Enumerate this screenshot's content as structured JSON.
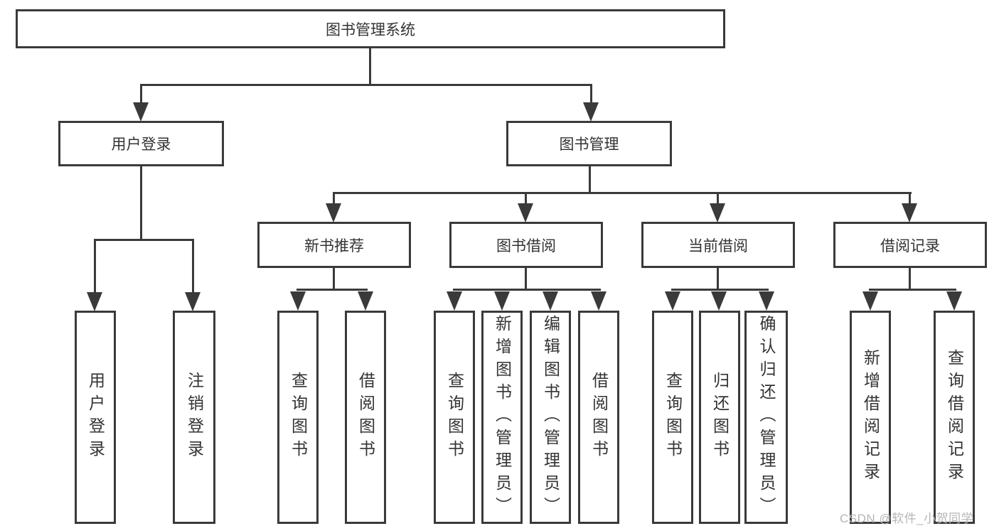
{
  "colors": {
    "line": "#3a3a3a",
    "box_border": "#3a3a3a",
    "text": "#333333",
    "background": "#ffffff",
    "watermark": "#b5b5b5"
  },
  "watermark": {
    "text": "CSDN @软件_小贺同学"
  },
  "tree": {
    "label": "图书管理系统",
    "children": [
      {
        "label": "用户登录",
        "children": [
          {
            "label": "用户登录"
          },
          {
            "label": "注销登录"
          }
        ]
      },
      {
        "label": "图书管理",
        "children": [
          {
            "label": "新书推荐",
            "children": [
              {
                "label": "查询图书"
              },
              {
                "label": "借阅图书"
              }
            ]
          },
          {
            "label": "图书借阅",
            "children": [
              {
                "label": "查询图书"
              },
              {
                "label": "新增图书（管理员）"
              },
              {
                "label": "编辑图书（管理员）"
              },
              {
                "label": "借阅图书"
              }
            ]
          },
          {
            "label": "当前借阅",
            "children": [
              {
                "label": "查询图书"
              },
              {
                "label": "归还图书"
              },
              {
                "label": "确认归还（管理员）"
              }
            ]
          },
          {
            "label": "借阅记录",
            "children": [
              {
                "label": "新增借阅记录"
              },
              {
                "label": "查询借阅记录"
              }
            ]
          }
        ]
      }
    ]
  }
}
